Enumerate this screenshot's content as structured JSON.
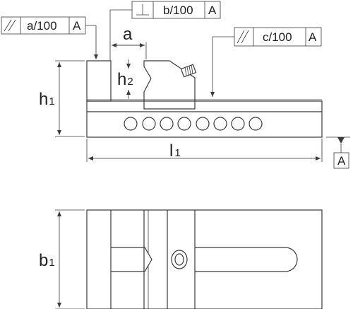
{
  "tolerances": {
    "parallelism_a": {
      "symbol": "parallelism-icon",
      "value": "a/100",
      "datum": "A"
    },
    "perpendicularity_b": {
      "symbol": "perpendicularity-icon",
      "value": "b/100",
      "datum": "A"
    },
    "parallelism_c": {
      "symbol": "parallelism-icon",
      "value": "c/100",
      "datum": "A"
    }
  },
  "dimensions": {
    "a": "a",
    "h1": {
      "main": "h",
      "sub": "1"
    },
    "h2": {
      "main": "h",
      "sub": "2"
    },
    "l1": {
      "main": "l",
      "sub": "1"
    },
    "b1": {
      "main": "b",
      "sub": "1"
    }
  },
  "datum": {
    "label": "A"
  },
  "colors": {
    "line": "#3a3a3a",
    "background": "#ffffff",
    "text": "#222222"
  }
}
